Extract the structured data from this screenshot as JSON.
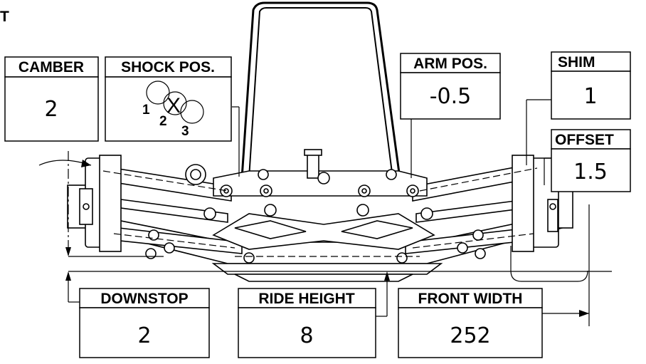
{
  "corner_label": "T",
  "boxes": {
    "camber": {
      "label": "CAMBER",
      "value": "2"
    },
    "shock_pos": {
      "label": "SHOCK POS.",
      "marker": "X",
      "positions": [
        "1",
        "2",
        "3"
      ]
    },
    "arm_pos": {
      "label": "ARM POS.",
      "value": "-0.5"
    },
    "shim": {
      "label": "SHIM",
      "value": "1"
    },
    "offset": {
      "label": "OFFSET",
      "value": "1.5"
    },
    "downstop": {
      "label": "DOWNSTOP",
      "value": "2"
    },
    "ride_height": {
      "label": "RIDE HEIGHT",
      "value": "8"
    },
    "front_width": {
      "label": "FRONT WIDTH",
      "value": "252"
    }
  }
}
